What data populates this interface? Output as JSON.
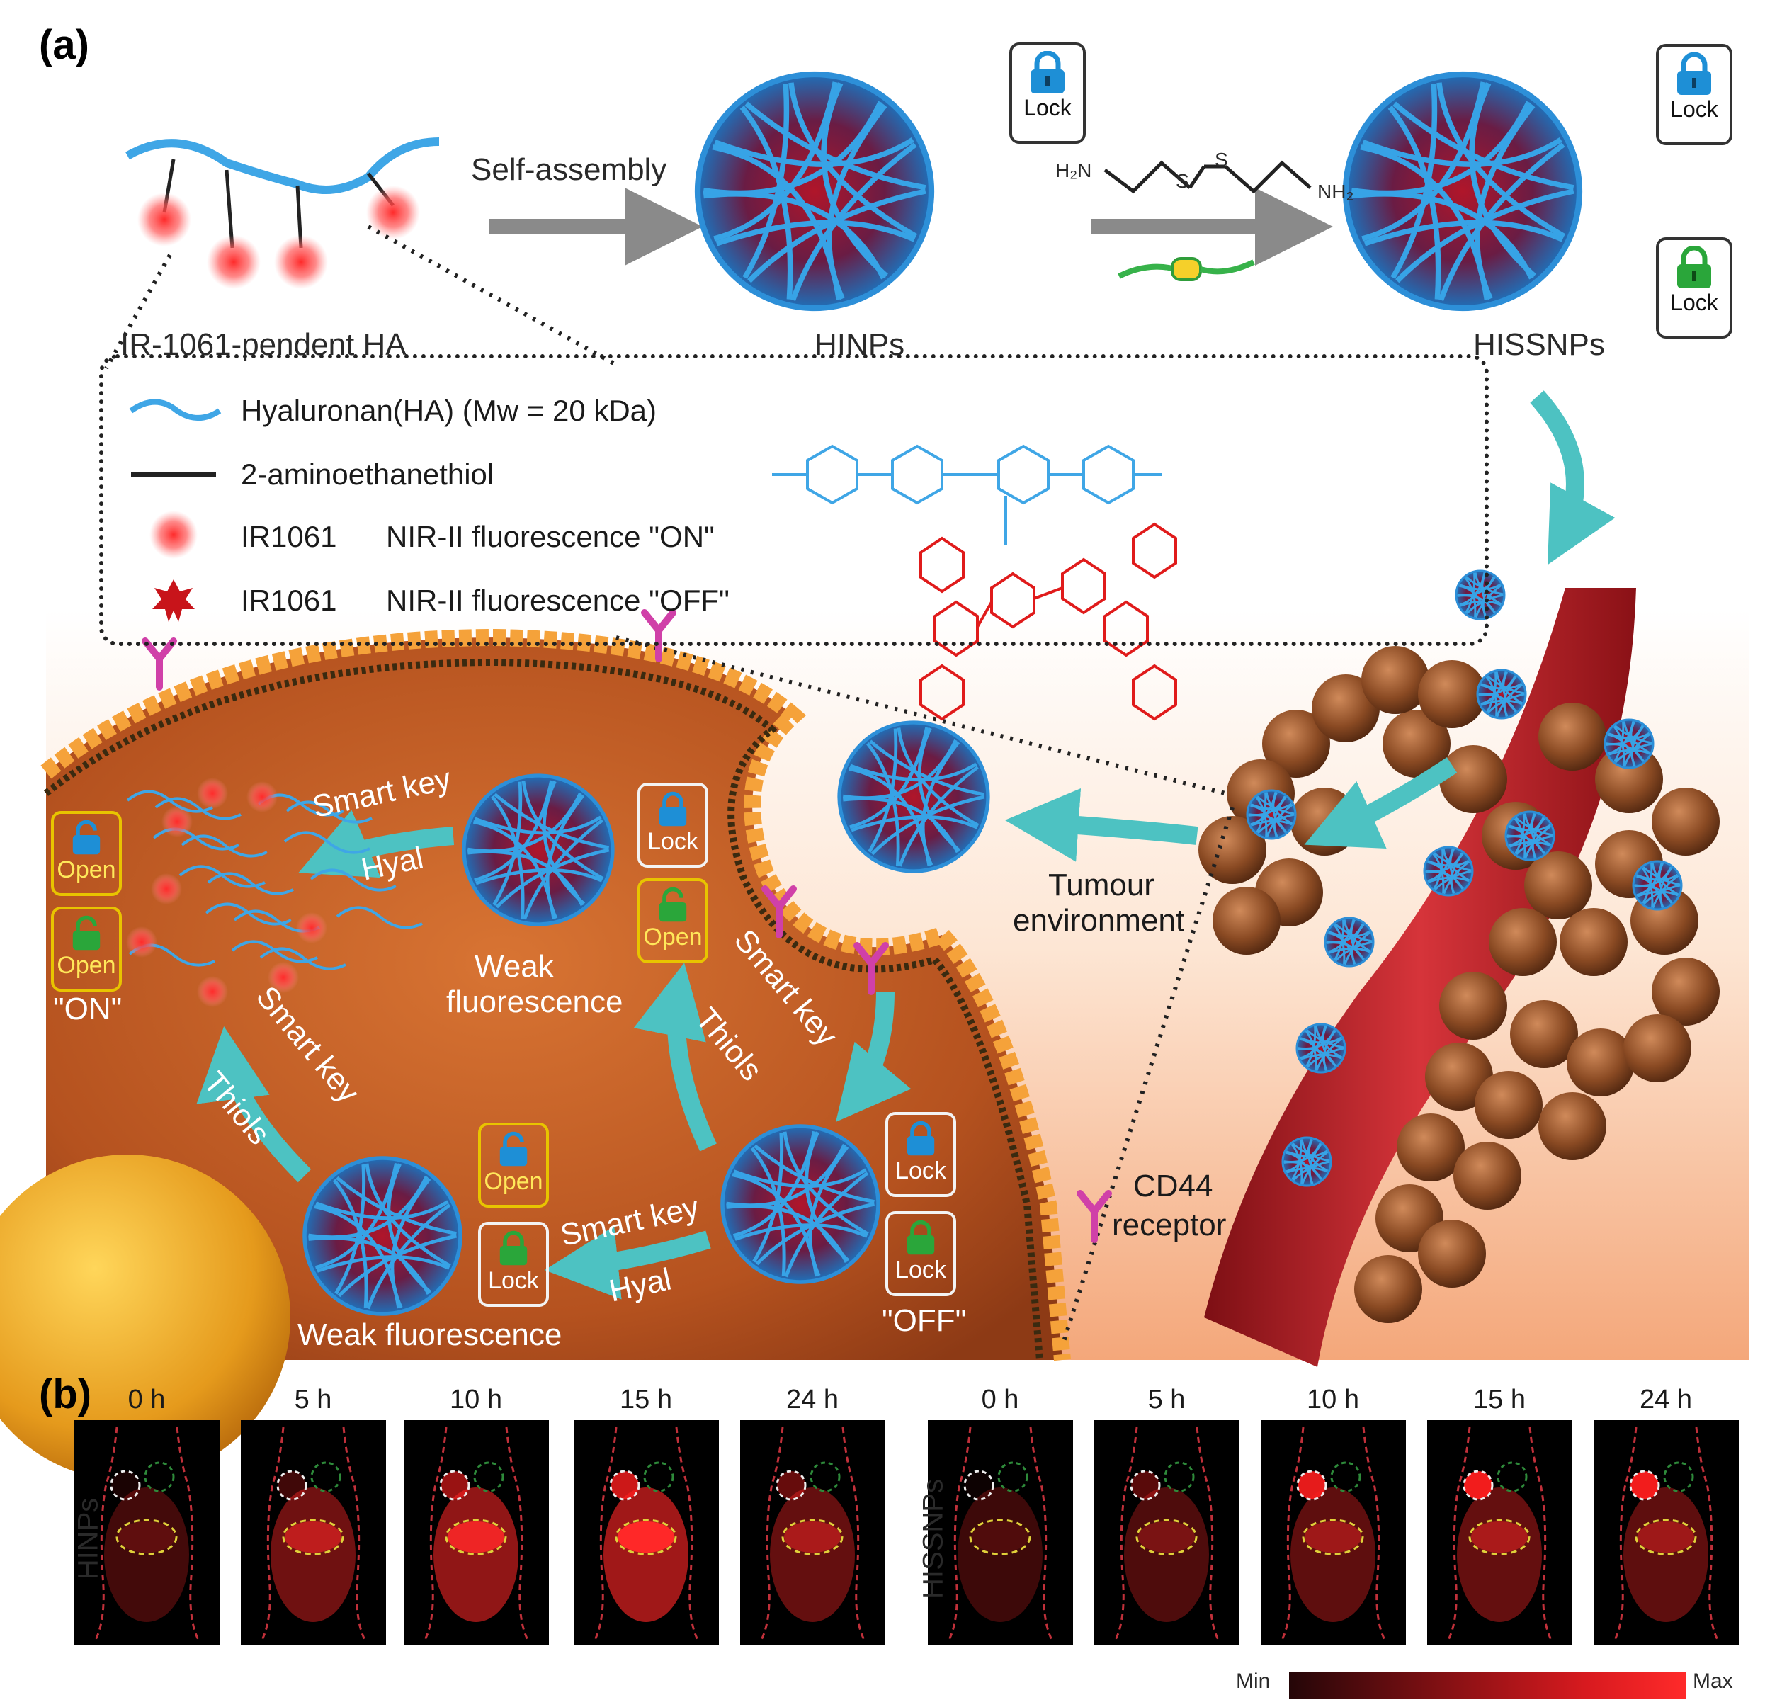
{
  "panel_a": {
    "label": "(a)",
    "ha_chain_label": "IR-1061-pendent HA",
    "self_assembly": "Self-assembly",
    "hinps": "HINPs",
    "hissnps": "HISSNPs",
    "cystamine": {
      "left": "H₂N",
      "s1": "S",
      "s2": "S",
      "right": "NH₂"
    },
    "legend": {
      "ha": "Hyaluronan(HA) (Mw = 20 kDa)",
      "linker": "2-aminoethanethiol",
      "ir_on_name": "IR1061",
      "ir_on_desc": "NIR-II fluorescence \"ON\"",
      "ir_off_name": "IR1061",
      "ir_off_desc": "NIR-II fluorescence \"OFF\""
    },
    "lock": "Lock",
    "open": "Open",
    "smart_key": "Smart key",
    "hyal": "Hyal",
    "thiols": "Thiols",
    "weak_fluorescence": "Weak fluorescence",
    "on_label": "\"ON\"",
    "off_label": "\"OFF\"",
    "tumour_env_line1": "Tumour",
    "tumour_env_line2": "environment",
    "cd44_line1": "CD44",
    "cd44_line2": "receptor",
    "weak_fl_line1": "Weak",
    "weak_fl_line2": "fluorescence"
  },
  "panel_b": {
    "label": "(b)",
    "times": [
      "0 h",
      "5 h",
      "10 h",
      "15 h",
      "24 h"
    ],
    "row_labels": [
      "HINPs",
      "HISSNPs"
    ],
    "tumour_intensity_hinps": [
      0.1,
      0.25,
      0.6,
      0.8,
      0.4
    ],
    "tumour_intensity_hissnps": [
      0.05,
      0.35,
      0.9,
      0.95,
      0.95
    ],
    "body_intensity_hinps": [
      0.15,
      0.55,
      0.85,
      1.0,
      0.45
    ],
    "body_intensity_hissnps": [
      0.1,
      0.25,
      0.4,
      0.45,
      0.4
    ],
    "colorbar_min": "Min",
    "colorbar_max": "Max"
  },
  "colors": {
    "ha_blue": "#2d8fd8",
    "ir_red": "#e01b1b",
    "lock_blue": "#1e8fd6",
    "lock_green": "#2aa63a",
    "cell_orange": "#c4622a",
    "membrane": "#f29a2e",
    "vessel": "#b81e24",
    "cd44_magenta": "#d040a8"
  }
}
